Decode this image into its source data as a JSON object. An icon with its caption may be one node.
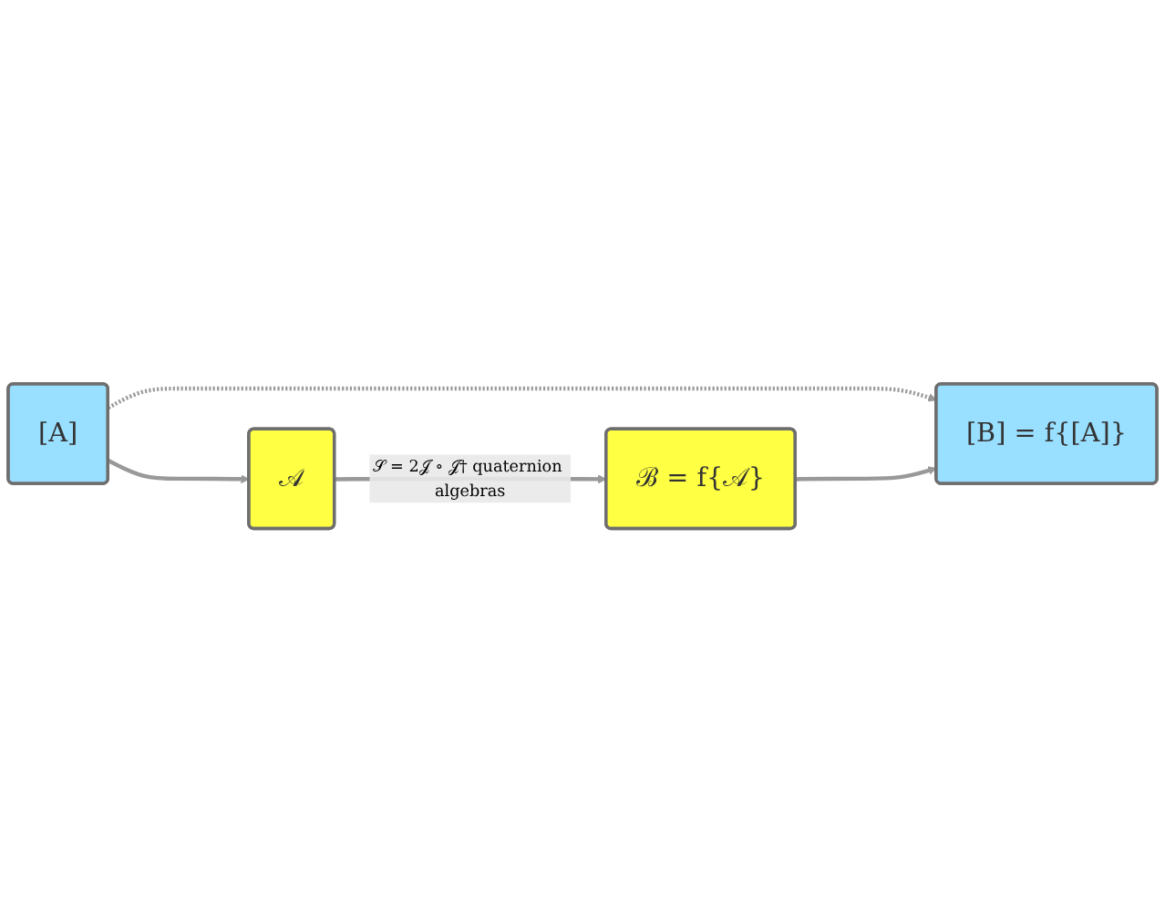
{
  "diagram": {
    "nodes": [
      {
        "text": [
          "[A]"
        ]
      },
      {
        "text": [
          "[B] = f{[A]}"
        ]
      },
      {
        "text": [
          "𝒜"
        ]
      },
      {
        "text": [
          "ℬ = f{𝒜}"
        ]
      }
    ],
    "edges": [
      {
        "from": 0,
        "to": 1,
        "arrow": "to",
        "style": "dashed"
      },
      {
        "from": 0,
        "to": 2,
        "arrow": "to"
      },
      {
        "from": 2,
        "to": 3,
        "arrow": "to",
        "label": "𝒮 = 2𝒥 ∘ 𝒥† quaternion algebras"
      },
      {
        "from": 3,
        "to": 1,
        "arrow": "to"
      }
    ]
  }
}
